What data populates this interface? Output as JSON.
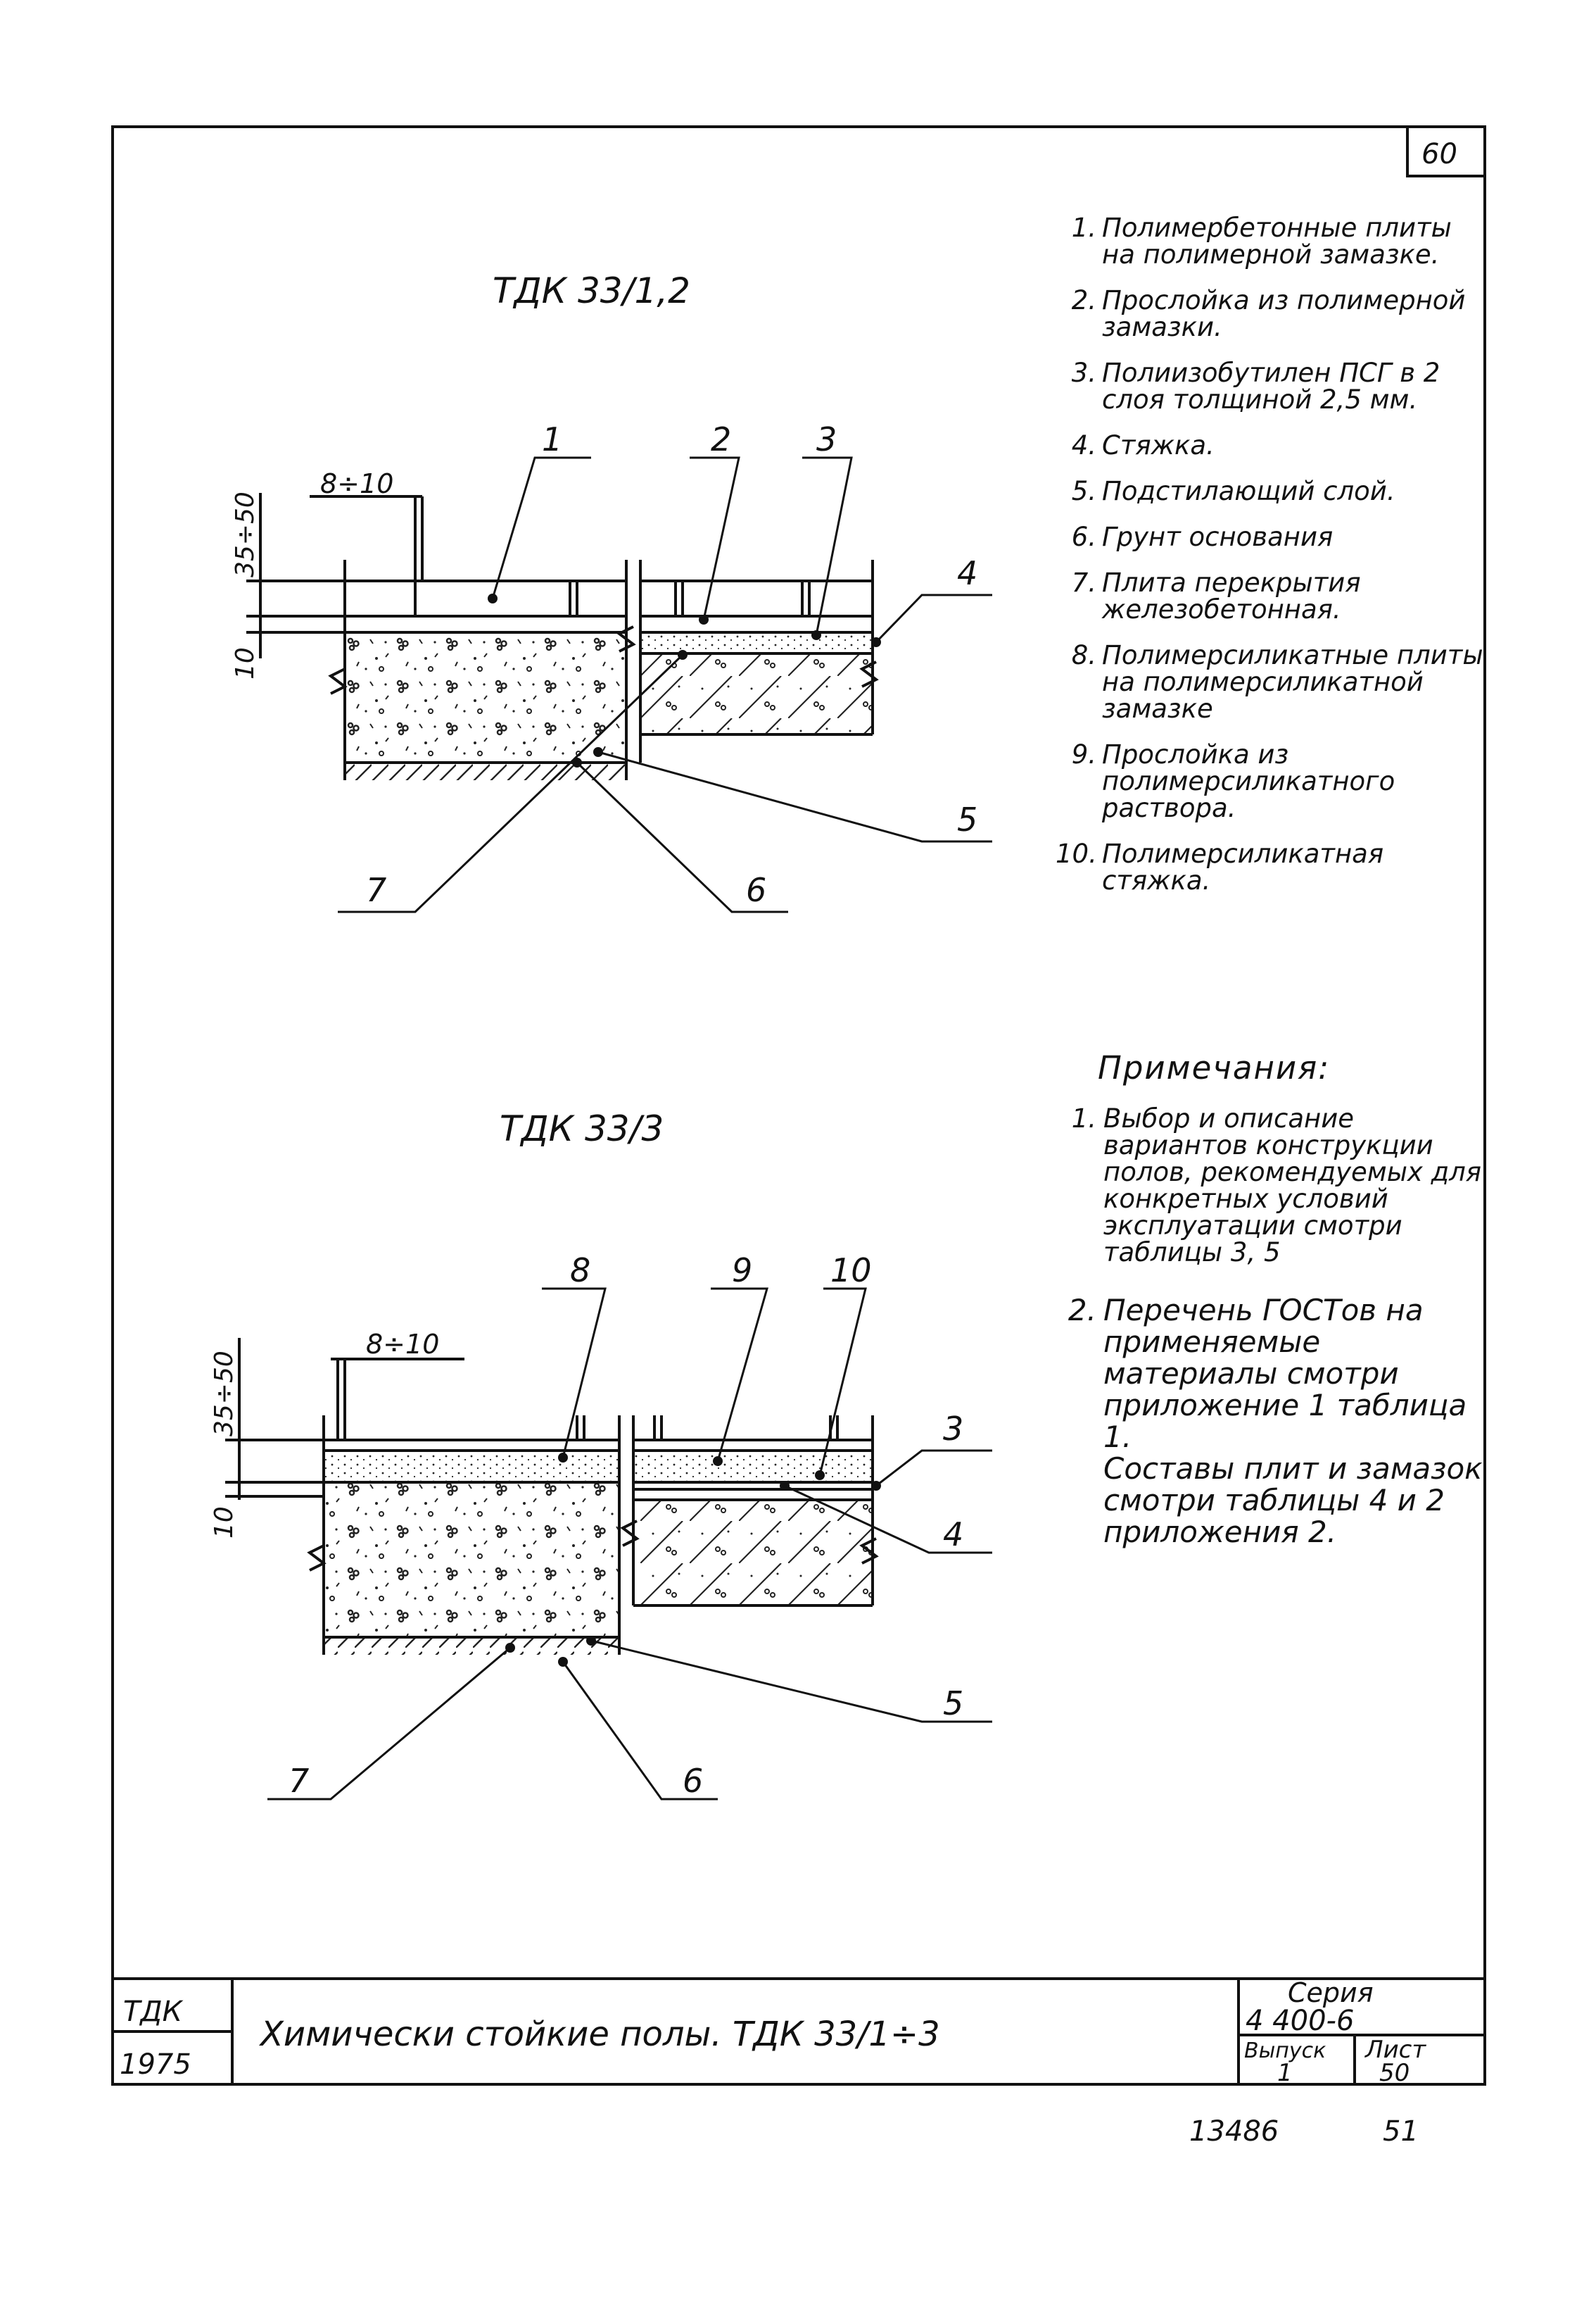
{
  "sheet_number": "60",
  "drawing_titles": {
    "top": "ТДК 33/1,2",
    "bottom": "ТДК 33/3"
  },
  "dimensions": {
    "gap": "8÷10",
    "slab_thickness": "35÷50",
    "interlayer": "10"
  },
  "callouts": [
    "1",
    "2",
    "3",
    "4",
    "5",
    "6",
    "7",
    "8",
    "9",
    "10"
  ],
  "legend": [
    {
      "num": "1.",
      "text": "Полимербетонные плиты на полимерной замазке."
    },
    {
      "num": "2.",
      "text": "Прослойка из полимерной замазки."
    },
    {
      "num": "3.",
      "text": "Полиизобутилен ПСГ в 2 слоя толщиной 2,5 мм."
    },
    {
      "num": "4.",
      "text": "Стяжка."
    },
    {
      "num": "5.",
      "text": "Подстилающий слой."
    },
    {
      "num": "6.",
      "text": "Грунт основания"
    },
    {
      "num": "7.",
      "text": "Плита перекрытия железобетонная."
    },
    {
      "num": "8.",
      "text": "Полимерсиликатные плиты на полимерсиликатной замазке"
    },
    {
      "num": "9.",
      "text": "Прослойка из полимерсиликатного раствора."
    },
    {
      "num": "10.",
      "text": "Полимерсиликатная стяжка."
    }
  ],
  "notes": {
    "title": "Примечания:",
    "items": [
      {
        "num": "1.",
        "text": "Выбор и описание вариантов конструкции полов, рекомендуемых для конкретных условий эксплуатации смотри таблицы 3, 5"
      },
      {
        "num": "2.",
        "text": "Перечень ГОСТов на применяемые материалы смотри приложение 1 таблица 1.\nСоставы плит и замазок смотри таблицы 4 и 2 приложения 2."
      }
    ]
  },
  "title_block": {
    "code": "ТДК",
    "year": "1975",
    "title": "Химически стойкие полы. ТДК 33/1÷3",
    "series_label": "Серия",
    "series_value": "4 400-6",
    "issue_label": "Выпуск",
    "issue_value": "1",
    "sheet_label": "Лист",
    "sheet_value": "50"
  },
  "footer": {
    "inventory": "13486",
    "page": "51"
  }
}
